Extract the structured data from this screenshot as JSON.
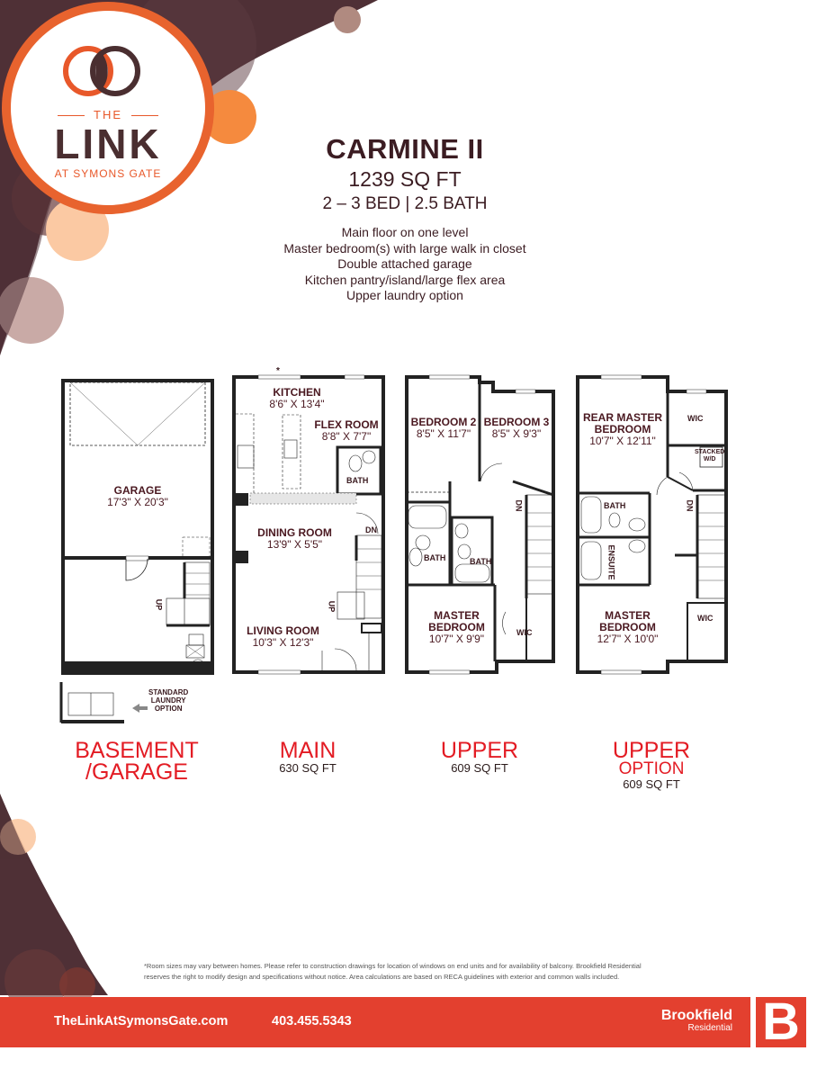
{
  "brand": {
    "logo_the": "THE",
    "logo_name": "LINK",
    "logo_sub": "AT SYMONS GATE",
    "colors": {
      "orange": "#e8582a",
      "plum": "#4a2e30",
      "red": "#e3402f",
      "title_red": "#e31c24"
    }
  },
  "hero": {
    "title": "CARMINE II",
    "sqft": "1239 SQ FT",
    "beds_baths": "2 – 3 BED | 2.5 BATH",
    "features": [
      "Main floor on one level",
      "Master bedroom(s) with large walk in closet",
      "Double attached garage",
      "Kitchen pantry/island/large flex area",
      "Upper laundry option"
    ]
  },
  "plans": {
    "basement": {
      "rooms": [
        {
          "name": "GARAGE",
          "dim": "17'3\" X 20'3\""
        }
      ],
      "labels": {
        "up": "UP"
      },
      "laundry_note": [
        "STANDARD",
        "LAUNDRY",
        "OPTION"
      ],
      "title": "BASEMENT",
      "subtitle": "/GARAGE"
    },
    "main": {
      "rooms": [
        {
          "name": "KITCHEN",
          "dim": "8'6\" X 13'4\""
        },
        {
          "name": "FLEX ROOM",
          "dim": "8'8\" X 7'7\""
        },
        {
          "name": "DINING ROOM",
          "dim": "13'9\" X 5'5\""
        },
        {
          "name": "LIVING ROOM",
          "dim": "10'3\" X 12'3\""
        }
      ],
      "labels": {
        "bath": "BATH",
        "dn": "DN",
        "up": "UP",
        "asterisk": "*"
      },
      "title": "MAIN",
      "sqft": "630 SQ FT"
    },
    "upper": {
      "rooms": [
        {
          "name": "BEDROOM 2",
          "dim": "8'5\" X 11'7\""
        },
        {
          "name": "BEDROOM 3",
          "dim": "8'5\" X 9'3\""
        },
        {
          "name": "MASTER",
          "name2": "BEDROOM",
          "dim": "10'7\" X 9'9\""
        }
      ],
      "labels": {
        "bath1": "BATH",
        "bath2": "BATH",
        "dn": "DN",
        "wic": "WIC"
      },
      "title": "UPPER",
      "sqft": "609 SQ FT"
    },
    "upper_option": {
      "rooms": [
        {
          "name": "REAR MASTER",
          "name2": "BEDROOM",
          "dim": "10'7\" X 12'11\""
        },
        {
          "name": "MASTER",
          "name2": "BEDROOM",
          "dim": "12'7\" X 10'0\""
        }
      ],
      "labels": {
        "wic1": "WIC",
        "stacked": "STACKED",
        "wd": "W/D",
        "bath": "BATH",
        "ensuite": "ENSUITE",
        "dn": "DN",
        "wic2": "WIC"
      },
      "title": "UPPER",
      "subtitle": "OPTION",
      "sqft": "609 SQ FT"
    }
  },
  "disclaimer": {
    "line1": "*Room sizes may vary between homes. Please refer to construction drawings for location of windows on end units and for availability of balcony. Brookfield Residential",
    "line2": "reserves the right to modify design and specifications without notice. Area calculations are based on RECA guidelines with exterior and common walls included."
  },
  "footer": {
    "url": "TheLinkAtSymonsGate.com",
    "phone": "403.455.5343",
    "brand_name": "Brookfield",
    "brand_sub": "Residential",
    "brand_mark": "B"
  }
}
